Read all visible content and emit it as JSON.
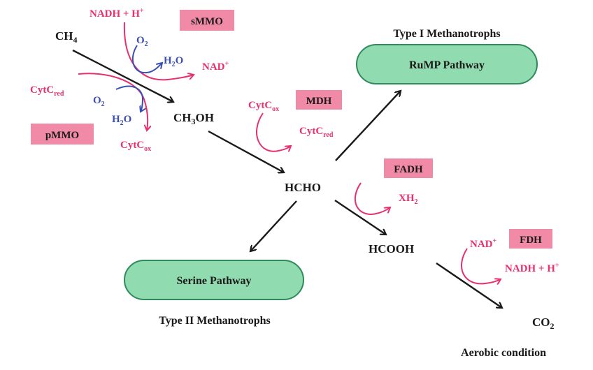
{
  "colors": {
    "enzyme_box": "#f08aa6",
    "pathway_box_fill": "#90dcb0",
    "pathway_box_stroke": "#2f8a5c",
    "cofactor": "#e8306e",
    "oxygen_water": "#3a4fb5",
    "main_arrow": "#1a1a1a"
  },
  "compounds": {
    "ch4": {
      "main": "CH",
      "sub": "4"
    },
    "ch3oh": {
      "a": "CH",
      "sub": "3",
      "b": "OH"
    },
    "hcho": "HCHO",
    "hcooh": "HCOOH",
    "co2": {
      "main": "CO",
      "sub": "2"
    }
  },
  "enzymes": {
    "smmo": "sMMO",
    "pmmo": "pMMO",
    "mdh": "MDH",
    "fadh": "FADH",
    "fdh": "FDH"
  },
  "cofactors": {
    "nadh_h_top": {
      "main": "NADH + H",
      "sup": "+"
    },
    "nad_plus_top": {
      "main": "NAD",
      "sup": "+"
    },
    "o2_top": {
      "main": "O",
      "sub": "2"
    },
    "h2o_top": {
      "main": "H",
      "sub": "2",
      "tail": "O"
    },
    "cytc_red_left": {
      "main": "CytC",
      "sub": "red"
    },
    "o2_left": {
      "main": "O",
      "sub": "2"
    },
    "h2o_left": {
      "main": "H",
      "sub": "2",
      "tail": "O"
    },
    "cytc_ox_left": {
      "main": "CytC",
      "sub": "ox"
    },
    "cytc_ox_mdh": {
      "main": "CytC",
      "sub": "ox"
    },
    "cytc_red_mdh": {
      "main": "CytC",
      "sub": "red"
    },
    "xh2": {
      "main": "XH",
      "sub": "2"
    },
    "nad_plus_fdh": {
      "main": "NAD",
      "sup": "+"
    },
    "nadh_h_fdh": {
      "main": "NADH + H",
      "sup": "+"
    }
  },
  "pathways": {
    "rump": {
      "label": "RuMP Pathway",
      "caption": "Type I Methanotrophs"
    },
    "serine": {
      "label": "Serine Pathway",
      "caption": "Type II Methanotrophs"
    }
  },
  "conditions": {
    "aerobic": "Aerobic condition"
  }
}
